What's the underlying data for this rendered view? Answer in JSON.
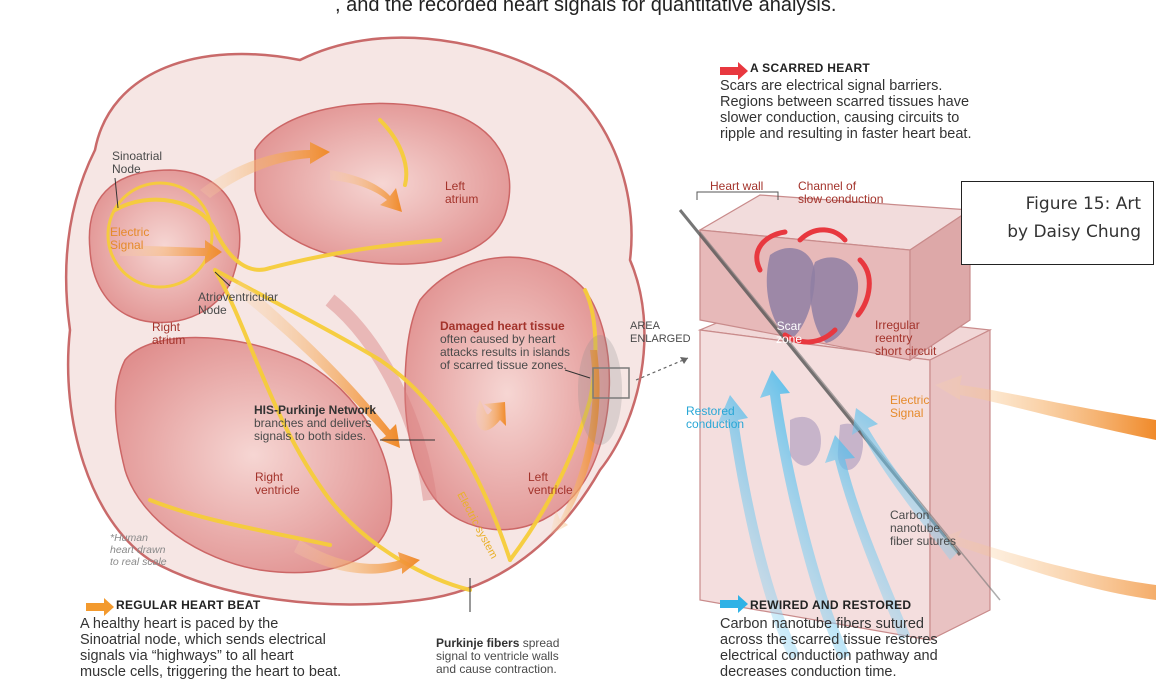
{
  "top_caption": ", and the recorded heart signals for quantitative analysis.",
  "figure_caption": {
    "line1": "Figure 15: Art",
    "line2": "by Daisy Chung"
  },
  "heart_labels": {
    "sa_node": [
      "Sinoatrial",
      "Node"
    ],
    "electric_signal": [
      "Electric",
      "Signal"
    ],
    "av_node": [
      "Atrioventricular",
      "Node"
    ],
    "right_atrium": [
      "Right",
      "atrium"
    ],
    "left_atrium": [
      "Left",
      "atrium"
    ],
    "damaged_title": "Damaged heart tissue",
    "damaged_body": [
      "often caused by heart",
      "attacks results in islands",
      "of scarred tissue zones."
    ],
    "area_enlarged": [
      "AREA",
      "ENLARGED"
    ],
    "his_title": "HIS-Purkinje Network",
    "his_body": [
      "branches and delivers",
      "signals to both sides."
    ],
    "right_ventricle": [
      "Right",
      "ventricle"
    ],
    "left_ventricle": [
      "Left",
      "ventricle"
    ],
    "electric_system": "Electric system",
    "scale_note": [
      "*Human",
      "heart drawn",
      "to real scale"
    ],
    "purkinje_title": "Purkinje fibers",
    "purkinje_body": [
      " spread",
      "signal to ventricle walls",
      "and cause contraction."
    ]
  },
  "tissue_labels": {
    "heart_wall": "Heart wall",
    "channel": [
      "Channel of",
      "slow conduction"
    ],
    "scar_zone": [
      "Scar",
      "zone"
    ],
    "irregular": [
      "Irregular",
      "reentry",
      "short circuit"
    ],
    "restored": [
      "Restored",
      "conduction"
    ],
    "electric_signal": [
      "Electric",
      "Signal"
    ],
    "carbon": [
      "Carbon",
      "nanotube",
      "fiber sutures"
    ]
  },
  "sections": {
    "scarred": {
      "heading": "A SCARRED HEART",
      "body": [
        "Scars are electrical signal barriers.",
        "Regions between scarred tissues have",
        "slower conduction, causing circuits to",
        "ripple and resulting in faster heart beat."
      ]
    },
    "regular": {
      "heading": "REGULAR HEART BEAT",
      "body": [
        "A healthy heart is paced by the",
        "Sinoatrial node, which sends electrical",
        "signals via “highways” to all heart",
        "muscle cells, triggering the heart to beat."
      ]
    },
    "rewired": {
      "heading": "REWIRED AND RESTORED",
      "body": [
        "Carbon nanotube fibers sutured",
        "across the scarred tissue restores",
        "electrical conduction pathway and",
        "decreases conduction time."
      ]
    }
  },
  "colors": {
    "scarred": "#e8383f",
    "regular": "#f39a2e",
    "rewired": "#2fb2e6",
    "muscle": "#e9a7a7",
    "signal": "#f7d44a"
  }
}
